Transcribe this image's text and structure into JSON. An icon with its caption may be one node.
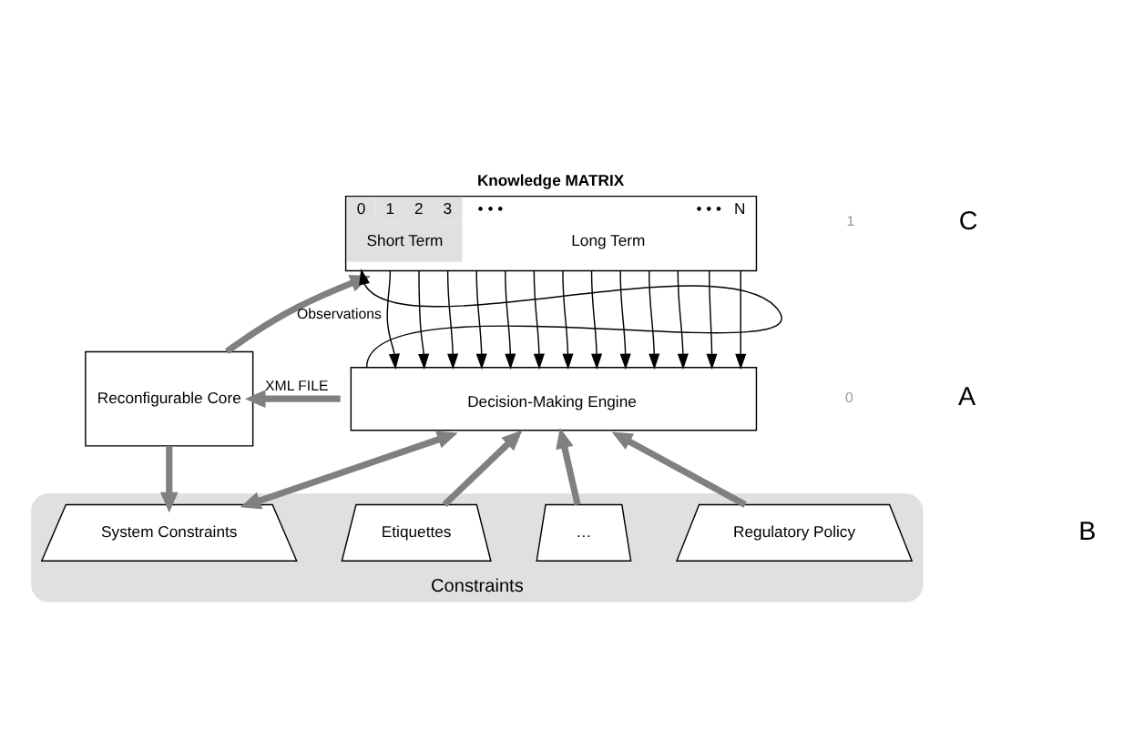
{
  "diagram": {
    "nodes": [
      {
        "text": [
          "Knowledge MATRIX",
          "0",
          "1",
          "2",
          "3",
          "• • •",
          "• • •",
          "N",
          "Short Term",
          "Long Term"
        ]
      },
      {
        "text": [
          "Reconfigurable Core"
        ]
      },
      {
        "text": [
          "Decision-Making Engine"
        ]
      },
      {
        "text": [
          "Constraints"
        ]
      },
      {
        "text": [
          "System Constraints"
        ],
        "in": 3
      },
      {
        "text": [
          "Etiquettes"
        ],
        "in": 3
      },
      {
        "text": [
          "…"
        ],
        "in": 3
      },
      {
        "text": [
          "Regulatory Policy"
        ],
        "in": 3
      }
    ],
    "edges": [
      {
        "from": 1,
        "to": 0,
        "arrow": "to",
        "label": "Observations",
        "style": "thick",
        "color": "#808080"
      },
      {
        "from": 2,
        "to": 1,
        "arrow": "to",
        "label": "XML FILE",
        "style": "thick",
        "color": "#808080"
      },
      {
        "from": 2,
        "to": 0,
        "arrow": "to"
      },
      {
        "from": 0,
        "to": 2,
        "arrow": "to"
      },
      {
        "from": 0,
        "to": 2,
        "arrow": "to"
      },
      {
        "from": 0,
        "to": 2,
        "arrow": "to"
      },
      {
        "from": 0,
        "to": 2,
        "arrow": "to"
      },
      {
        "from": 0,
        "to": 2,
        "arrow": "to"
      },
      {
        "from": 0,
        "to": 2,
        "arrow": "to"
      },
      {
        "from": 0,
        "to": 2,
        "arrow": "to"
      },
      {
        "from": 0,
        "to": 2,
        "arrow": "to"
      },
      {
        "from": 0,
        "to": 2,
        "arrow": "to"
      },
      {
        "from": 0,
        "to": 2,
        "arrow": "to"
      },
      {
        "from": 0,
        "to": 2,
        "arrow": "to"
      },
      {
        "from": 0,
        "to": 2,
        "arrow": "to"
      },
      {
        "from": 0,
        "to": 2,
        "arrow": "to"
      },
      {
        "from": 1,
        "to": 4,
        "arrow": "to",
        "style": "thick",
        "color": "#808080"
      },
      {
        "from": 4,
        "to": 2,
        "arrow": "both",
        "style": "thick",
        "color": "#808080"
      },
      {
        "from": 5,
        "to": 2,
        "arrow": "to",
        "style": "thick",
        "color": "#808080"
      },
      {
        "from": 6,
        "to": 2,
        "arrow": "to",
        "style": "thick",
        "color": "#808080"
      },
      {
        "from": 7,
        "to": 2,
        "arrow": "to",
        "style": "thick",
        "color": "#808080"
      }
    ],
    "labels": [
      "C",
      "1",
      "0",
      "A",
      "B"
    ]
  }
}
